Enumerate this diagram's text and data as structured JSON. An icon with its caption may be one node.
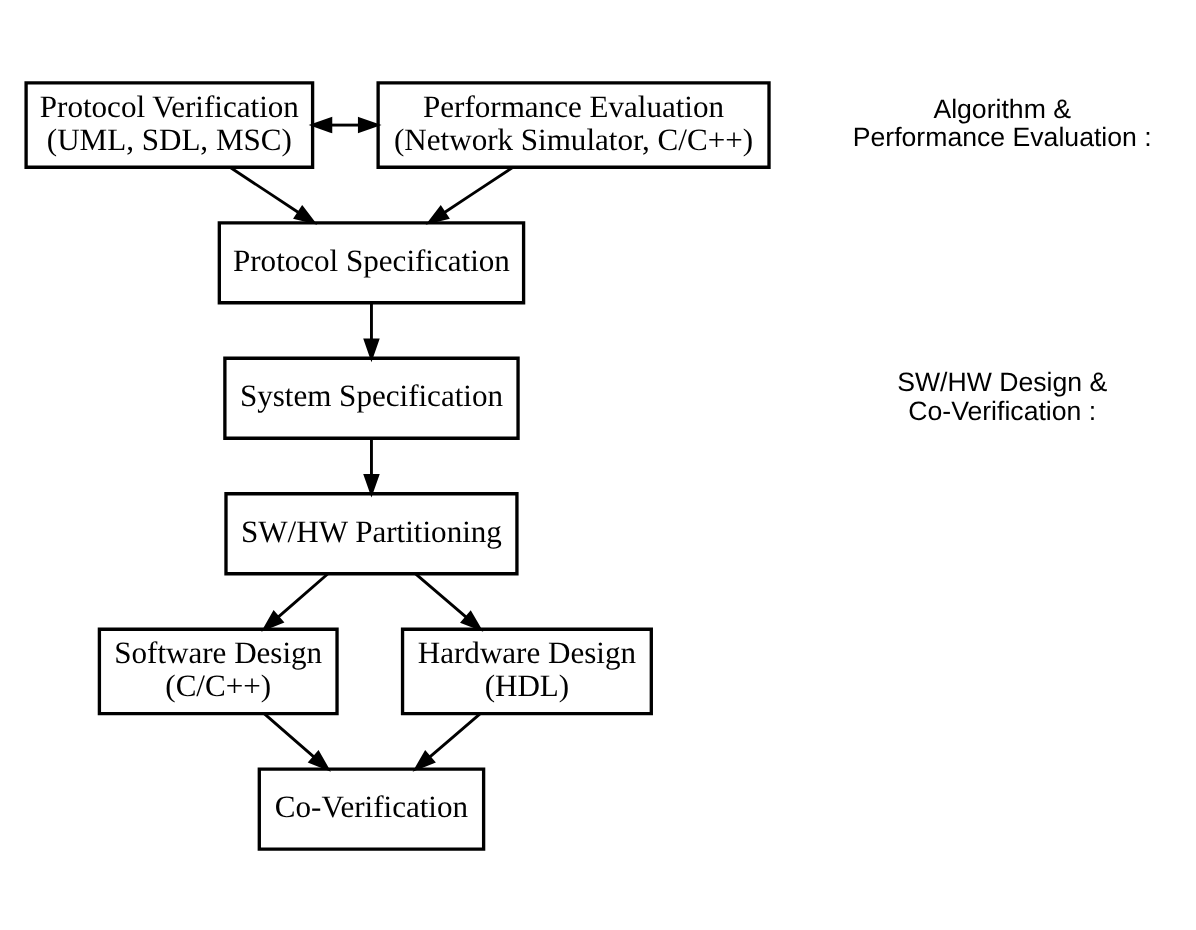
{
  "diagram": {
    "nodes": [
      {
        "text": [
          "Protocol Verification",
          "(UML, SDL, MSC)"
        ]
      },
      {
        "text": [
          "Performance Evaluation",
          "(Network Simulator, C/C++)"
        ]
      },
      {
        "text": [
          "Protocol Specification"
        ]
      },
      {
        "text": [
          "System Specification"
        ]
      },
      {
        "text": [
          "SW/HW Partitioning"
        ]
      },
      {
        "text": [
          "Software Design",
          "(C/C++)"
        ]
      },
      {
        "text": [
          "Hardware Design",
          "(HDL)"
        ]
      },
      {
        "text": [
          "Co-Verification"
        ]
      }
    ],
    "edges": [
      {
        "from": 0,
        "to": 1,
        "arrow": "both"
      },
      {
        "from": 0,
        "to": 2,
        "arrow": "to"
      },
      {
        "from": 1,
        "to": 2,
        "arrow": "to"
      },
      {
        "from": 2,
        "to": 3,
        "arrow": "to"
      },
      {
        "from": 3,
        "to": 4,
        "arrow": "to"
      },
      {
        "from": 4,
        "to": 5,
        "arrow": "to"
      },
      {
        "from": 4,
        "to": 6,
        "arrow": "to"
      },
      {
        "from": 5,
        "to": 7,
        "arrow": "to"
      },
      {
        "from": 6,
        "to": 7,
        "arrow": "to"
      }
    ],
    "labels": [
      "Algorithm & Performance Evaluation :",
      "SW/HW Design & Co-Verification :"
    ]
  }
}
